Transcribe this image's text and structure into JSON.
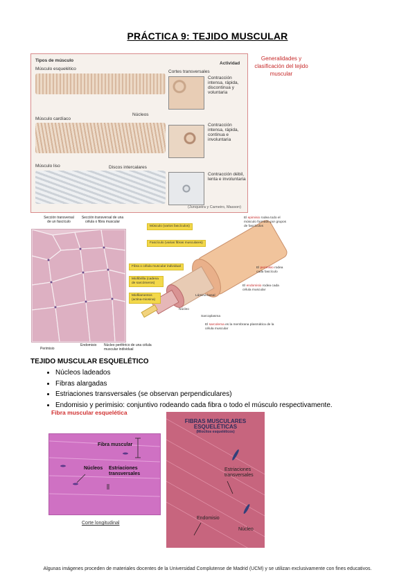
{
  "title": "PRÁCTICA 9: TEJIDO MUSCULAR",
  "figure1": {
    "header_left": "Tipos de músculo",
    "header_right": "Actividad",
    "rows": [
      {
        "name": "Músculo esquelético",
        "activity": "Contracción intensa, rápida, discontinua y voluntaria"
      },
      {
        "name": "Músculo cardíaco",
        "activity": "Contracción intensa, rápida, continua e involuntaria"
      },
      {
        "name": "Músculo liso",
        "activity": "Contracción débil, lenta e involuntaria"
      }
    ],
    "label_cortes": "Cortes transversales",
    "label_nucleos": "Núcleos",
    "label_discos": "Discos intercalares",
    "credit": "(Junqueira y Carneiro, Masson)"
  },
  "side_note": "Generalidades y clasificación del tejido muscular",
  "figure2": {
    "histo_labels": {
      "top_left": "Sección transversal de un fascículo",
      "top_right": "Sección transversal de una célula o fibra muscular",
      "bottom_left": "Perimisio",
      "bottom_mid": "Endomisio",
      "bottom_right": "Núcleo periférico de una célula muscular individual"
    },
    "yellow": [
      "Músculo (varios fascículos)",
      "Fascículo (varias fibras musculares)",
      "Fibra o célula muscular individual",
      "Miofibrilla (cadena de sarcómeros)",
      "Miofilamentos (actina-miosina)"
    ],
    "right": {
      "epi_term": "epimisio",
      "epi_pre": "El ",
      "epi_rest": " rodea todo el músculo formado por grupos de fascículos",
      "peri_term": "perimisio",
      "peri_pre": "El ",
      "peri_rest": " rodea cada fascículo",
      "endo_term": "endomisio",
      "endo_pre": "El ",
      "endo_rest": " rodea cada célula muscular",
      "sarco_term": "sarcolema",
      "sarco_pre": "El ",
      "sarco_rest": " es la membrana plasmática de la célula muscular"
    },
    "bottom": {
      "lamina": "Lámina basal",
      "nucleo": "Núcleo",
      "sarcoplasma": "Sarcoplasma"
    }
  },
  "section_title": "TEJIDO MUSCULAR ESQUELÉTICO",
  "bullets": [
    "Núcleos ladeados",
    "Fibras alargadas",
    "Estriaciones transversales (se observan perpendiculares)",
    "Endomisio y perimisio: conjuntivo rodeando cada fibra o todo el músculo respectivamente."
  ],
  "red_caption": "Fibra muscular esquelética",
  "figure3": {
    "label_fibra": "Fibra muscular",
    "label_nucleos": "Núcleos",
    "label_estr": "Estriaciones transversales",
    "caption": "Corte longitudinal"
  },
  "figure4": {
    "title_line1": "FIBRAS MUSCULARES",
    "title_line2": "ESQUELÉTICAS",
    "subtitle": "(Miocitos esqueléticos)",
    "label_estr": "Estriaciones transversales",
    "label_endo": "Endomisio",
    "label_nucleo": "Núcleo"
  },
  "footer": "Algunas imágenes proceden de materiales docentes de la Universidad Complutense de Madrid (UCM) y se utilizan exclusivamente con fines educativos.",
  "colors": {
    "accent_red": "#c62828",
    "highlight_yellow": "#f3d84a",
    "he_pink": "#cf71c3"
  }
}
